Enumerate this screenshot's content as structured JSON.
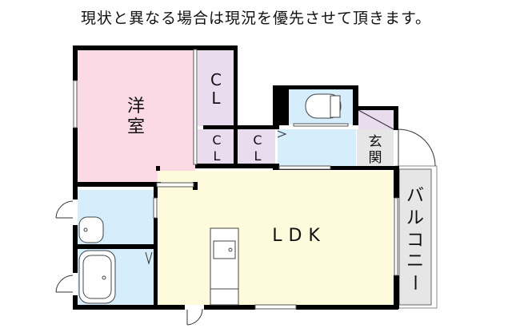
{
  "notice": "現状と異なる場合は現況を優先させて頂きます。",
  "rooms": {
    "western_room": {
      "line1": "洋",
      "line2": "室",
      "color": "#fbd9e5"
    },
    "closet_large": {
      "line1": "C",
      "line2": "L",
      "color": "#eadcef"
    },
    "closet_small_left": {
      "line1": "C",
      "line2": "L",
      "color": "#eadcef"
    },
    "closet_small_right": {
      "line1": "C",
      "line2": "L",
      "color": "#eadcef"
    },
    "ldk": {
      "label": "LDK",
      "color": "#fdfbdc"
    },
    "entrance": {
      "line1": "玄",
      "line2": "関",
      "color": "#e6e6e6"
    },
    "balcony": {
      "chars": [
        "バ",
        "ル",
        "コ",
        "ニ",
        "ー"
      ],
      "color": "#e6e6e6"
    },
    "toilet": {
      "color": "#d6edfb"
    },
    "washroom": {
      "color": "#d6edfb"
    },
    "bathroom": {
      "color": "#d6edfb"
    },
    "hallway": {
      "color": "#d6edfb"
    },
    "shoe_box": {
      "color": "#eadcef"
    }
  },
  "colors": {
    "wall": "#000000",
    "line": "#333333"
  }
}
